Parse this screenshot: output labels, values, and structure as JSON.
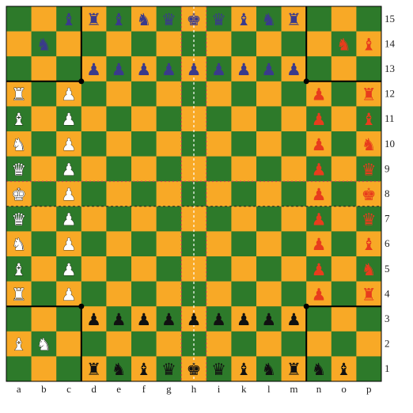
{
  "colors": {
    "light_square": "#f8a926",
    "dark_square": "#2d7a2a",
    "border_line": "#000000",
    "black_army": "#111111",
    "blue_army": "#3a3a8c",
    "red_army": "#e83c1c",
    "white_army": "#ffffff",
    "center_line": "#ffffff",
    "quadrant_line": "#cc3a5a"
  },
  "files": [
    "a",
    "b",
    "c",
    "d",
    "e",
    "f",
    "g",
    "h",
    "i",
    "k",
    "l",
    "m",
    "n",
    "o",
    "p"
  ],
  "ranks": [
    "15",
    "14",
    "13",
    "12",
    "11",
    "10",
    "9",
    "8",
    "7",
    "6",
    "5",
    "4",
    "3",
    "2",
    "1"
  ],
  "glyphs": {
    "K": "♚",
    "Q": "♛",
    "R": "♜",
    "B": "♝",
    "N": "♞",
    "P": "♟"
  },
  "pieces": [
    {
      "square": "c15",
      "type": "B",
      "army": "blue"
    },
    {
      "square": "d15",
      "type": "R",
      "army": "blue"
    },
    {
      "square": "e15",
      "type": "B",
      "army": "blue"
    },
    {
      "square": "f15",
      "type": "N",
      "army": "blue"
    },
    {
      "square": "g15",
      "type": "Q",
      "army": "blue"
    },
    {
      "square": "h15",
      "type": "K",
      "army": "blue"
    },
    {
      "square": "i15",
      "type": "Q",
      "army": "blue"
    },
    {
      "square": "k15",
      "type": "B",
      "army": "blue"
    },
    {
      "square": "l15",
      "type": "N",
      "army": "blue"
    },
    {
      "square": "m15",
      "type": "R",
      "army": "blue"
    },
    {
      "square": "b14",
      "type": "N",
      "army": "blue"
    },
    {
      "square": "d13",
      "type": "P",
      "army": "blue"
    },
    {
      "square": "e13",
      "type": "P",
      "army": "blue"
    },
    {
      "square": "f13",
      "type": "P",
      "army": "blue"
    },
    {
      "square": "g13",
      "type": "P",
      "army": "blue"
    },
    {
      "square": "h13",
      "type": "P",
      "army": "blue"
    },
    {
      "square": "i13",
      "type": "P",
      "army": "blue"
    },
    {
      "square": "k13",
      "type": "P",
      "army": "blue"
    },
    {
      "square": "l13",
      "type": "P",
      "army": "blue"
    },
    {
      "square": "m13",
      "type": "P",
      "army": "blue"
    },
    {
      "square": "d1",
      "type": "R",
      "army": "black"
    },
    {
      "square": "e1",
      "type": "N",
      "army": "black"
    },
    {
      "square": "f1",
      "type": "B",
      "army": "black"
    },
    {
      "square": "g1",
      "type": "Q",
      "army": "black"
    },
    {
      "square": "h1",
      "type": "K",
      "army": "black"
    },
    {
      "square": "i1",
      "type": "Q",
      "army": "black"
    },
    {
      "square": "k1",
      "type": "B",
      "army": "black"
    },
    {
      "square": "l1",
      "type": "N",
      "army": "black"
    },
    {
      "square": "m1",
      "type": "R",
      "army": "black"
    },
    {
      "square": "n1",
      "type": "N",
      "army": "black"
    },
    {
      "square": "o1",
      "type": "B",
      "army": "black"
    },
    {
      "square": "d3",
      "type": "P",
      "army": "black"
    },
    {
      "square": "e3",
      "type": "P",
      "army": "black"
    },
    {
      "square": "f3",
      "type": "P",
      "army": "black"
    },
    {
      "square": "g3",
      "type": "P",
      "army": "black"
    },
    {
      "square": "h3",
      "type": "P",
      "army": "black"
    },
    {
      "square": "i3",
      "type": "P",
      "army": "black"
    },
    {
      "square": "k3",
      "type": "P",
      "army": "black"
    },
    {
      "square": "l3",
      "type": "P",
      "army": "black"
    },
    {
      "square": "m3",
      "type": "P",
      "army": "black"
    },
    {
      "square": "a12",
      "type": "R",
      "army": "white"
    },
    {
      "square": "a11",
      "type": "B",
      "army": "white"
    },
    {
      "square": "a10",
      "type": "N",
      "army": "white"
    },
    {
      "square": "a9",
      "type": "Q",
      "army": "white"
    },
    {
      "square": "a8",
      "type": "K",
      "army": "white"
    },
    {
      "square": "a7",
      "type": "Q",
      "army": "white"
    },
    {
      "square": "a6",
      "type": "N",
      "army": "white"
    },
    {
      "square": "a5",
      "type": "B",
      "army": "white"
    },
    {
      "square": "a4",
      "type": "R",
      "army": "white"
    },
    {
      "square": "a2",
      "type": "B",
      "army": "white"
    },
    {
      "square": "b2",
      "type": "N",
      "army": "white"
    },
    {
      "square": "c12",
      "type": "P",
      "army": "white"
    },
    {
      "square": "c11",
      "type": "P",
      "army": "white"
    },
    {
      "square": "c10",
      "type": "P",
      "army": "white"
    },
    {
      "square": "c9",
      "type": "P",
      "army": "white"
    },
    {
      "square": "c8",
      "type": "P",
      "army": "white"
    },
    {
      "square": "c7",
      "type": "P",
      "army": "white"
    },
    {
      "square": "c6",
      "type": "P",
      "army": "white"
    },
    {
      "square": "c5",
      "type": "P",
      "army": "white"
    },
    {
      "square": "c4",
      "type": "P",
      "army": "white"
    },
    {
      "square": "p14",
      "type": "B",
      "army": "red"
    },
    {
      "square": "o14",
      "type": "N",
      "army": "red"
    },
    {
      "square": "p12",
      "type": "R",
      "army": "red"
    },
    {
      "square": "p11",
      "type": "B",
      "army": "red"
    },
    {
      "square": "p10",
      "type": "N",
      "army": "red"
    },
    {
      "square": "p9",
      "type": "Q",
      "army": "red"
    },
    {
      "square": "p8",
      "type": "K",
      "army": "red"
    },
    {
      "square": "p7",
      "type": "Q",
      "army": "red"
    },
    {
      "square": "p6",
      "type": "B",
      "army": "red"
    },
    {
      "square": "p5",
      "type": "N",
      "army": "red"
    },
    {
      "square": "p4",
      "type": "R",
      "army": "red"
    },
    {
      "square": "n12",
      "type": "P",
      "army": "red"
    },
    {
      "square": "n11",
      "type": "P",
      "army": "red"
    },
    {
      "square": "n10",
      "type": "P",
      "army": "red"
    },
    {
      "square": "n9",
      "type": "P",
      "army": "red"
    },
    {
      "square": "n8",
      "type": "P",
      "army": "red"
    },
    {
      "square": "n7",
      "type": "P",
      "army": "red"
    },
    {
      "square": "n6",
      "type": "P",
      "army": "red"
    },
    {
      "square": "n5",
      "type": "P",
      "army": "red"
    },
    {
      "square": "n4",
      "type": "P",
      "army": "red"
    }
  ]
}
